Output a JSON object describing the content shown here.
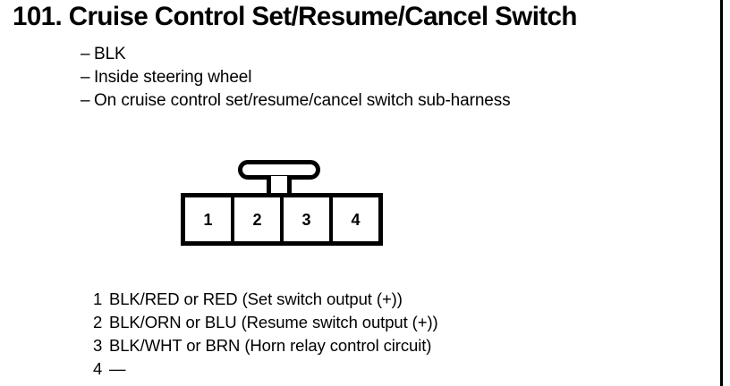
{
  "page": {
    "rule_color": "#000000"
  },
  "header": {
    "number": "101.",
    "title": "101. Cruise Control Set/Resume/Cancel Switch"
  },
  "notes": {
    "dash": "–",
    "items": [
      {
        "text": "BLK"
      },
      {
        "text": "Inside steering wheel"
      },
      {
        "text": "On cruise control set/resume/cancel switch sub-harness"
      }
    ]
  },
  "connector": {
    "cavity_count": 4,
    "cavities": [
      {
        "number": "1"
      },
      {
        "number": "2"
      },
      {
        "number": "3"
      },
      {
        "number": "4"
      }
    ]
  },
  "terminals": [
    {
      "number": "1",
      "description": "BLK/RED or RED (Set switch output (+))"
    },
    {
      "number": "2",
      "description": "BLK/ORN or BLU (Resume switch output (+))"
    },
    {
      "number": "3",
      "description": "BLK/WHT or BRN (Horn relay control circuit)"
    },
    {
      "number": "4",
      "description": "—"
    }
  ]
}
